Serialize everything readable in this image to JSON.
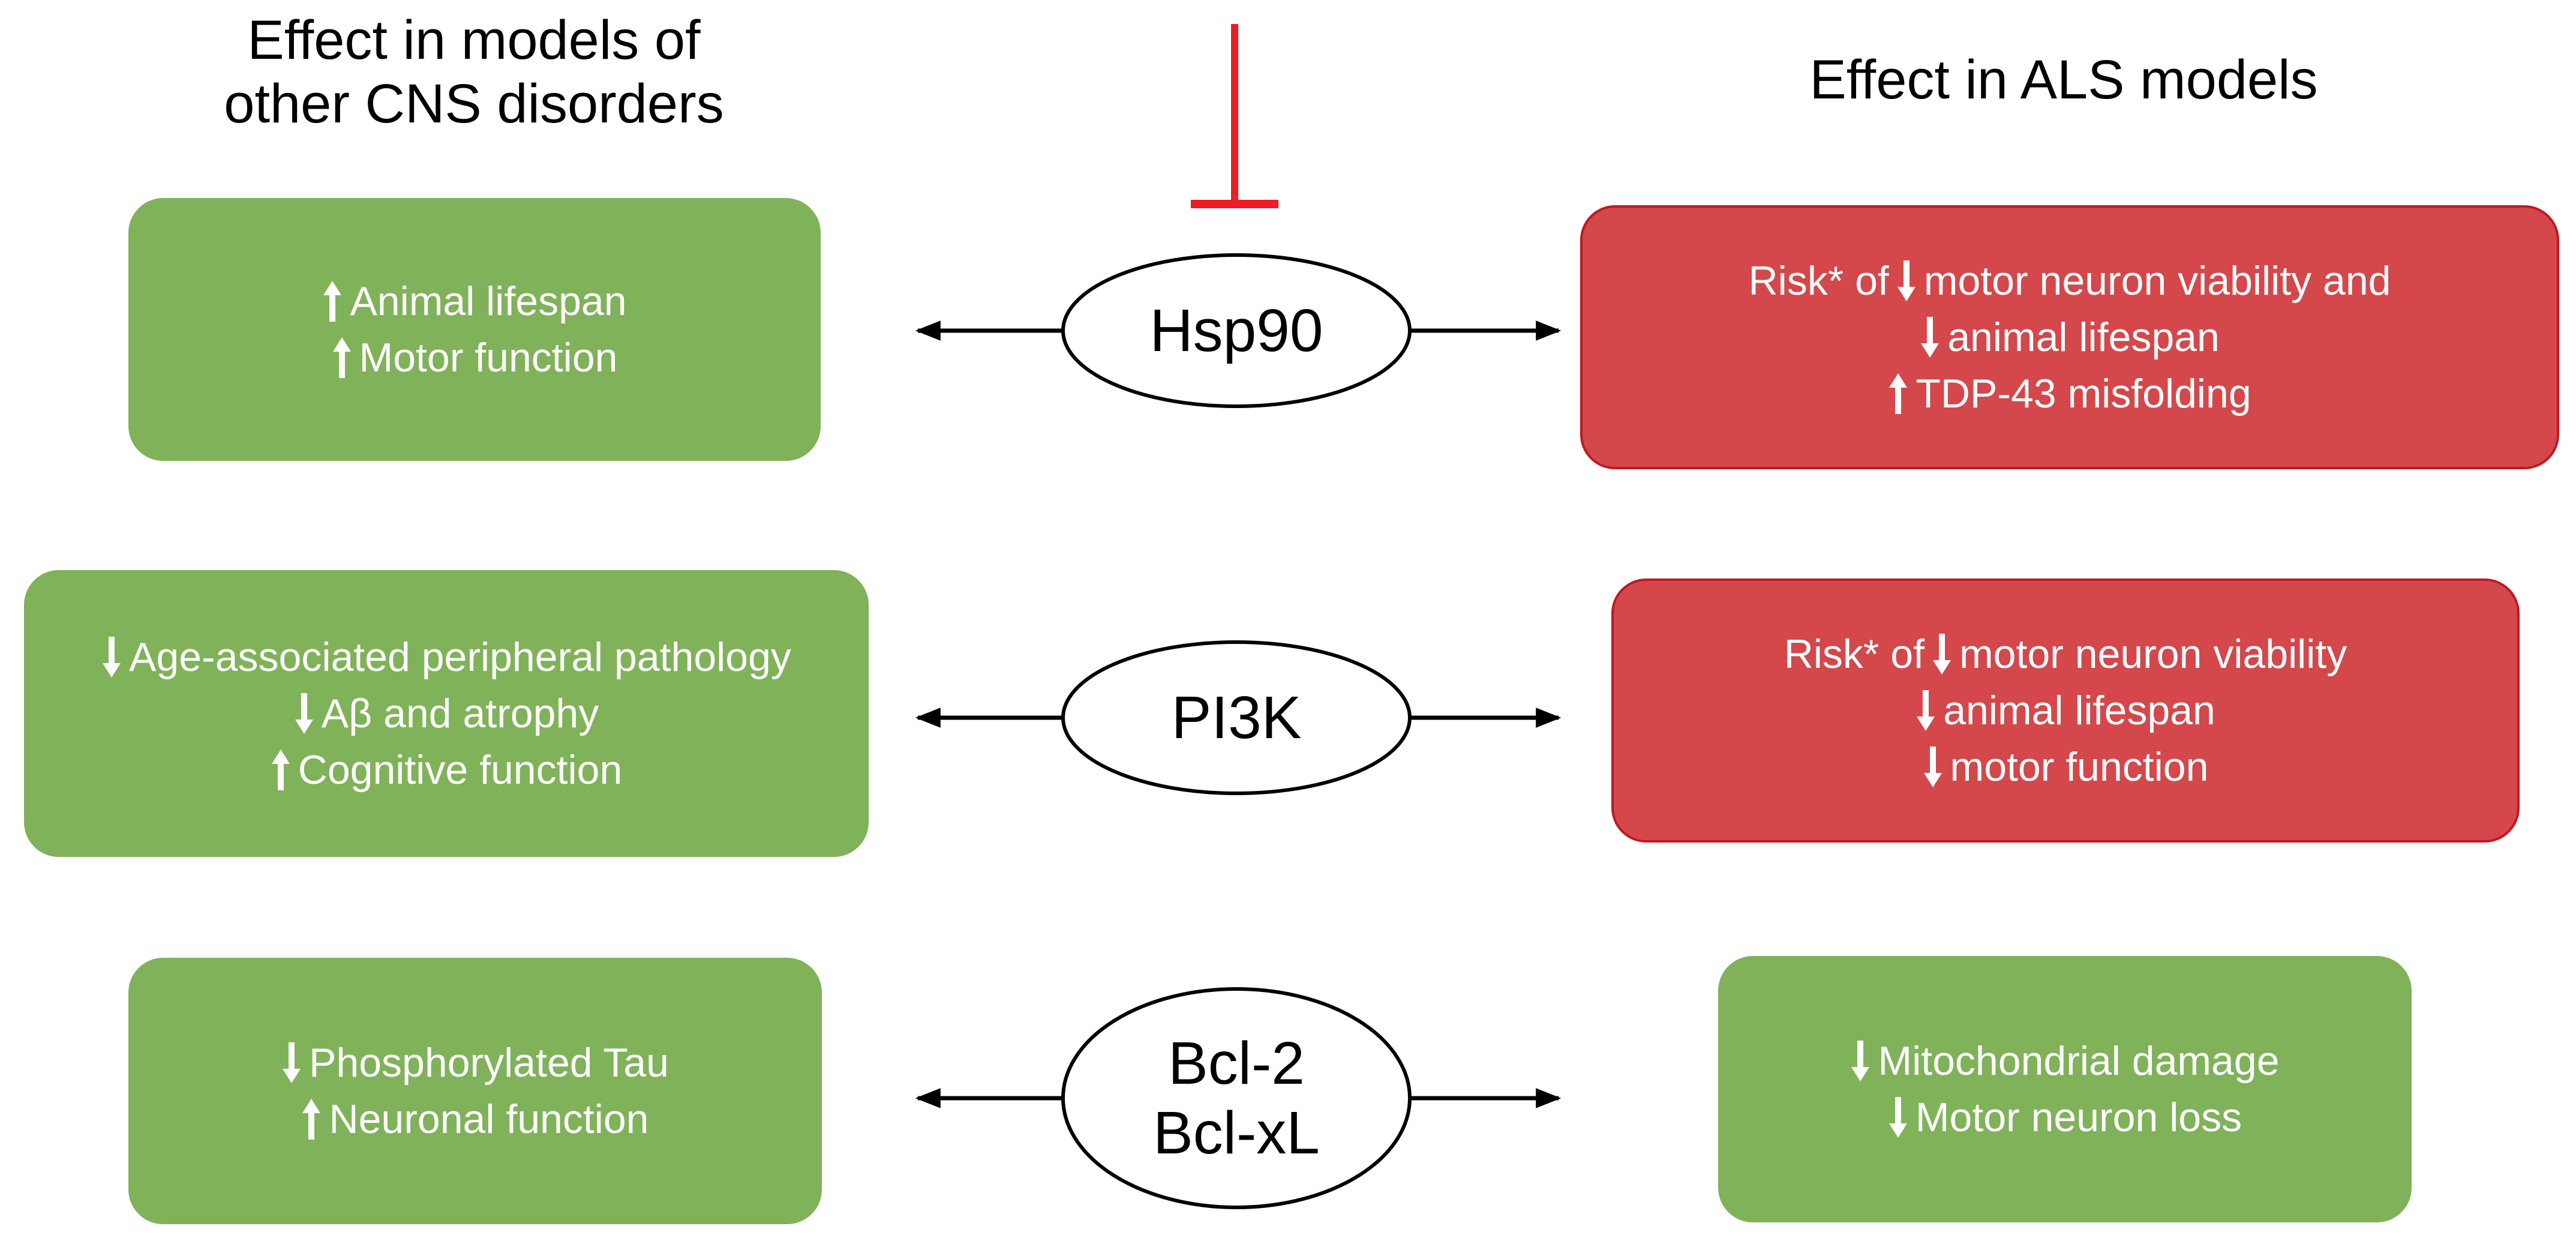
{
  "headings": {
    "left_line1": "Effect in models of",
    "left_line2": "other CNS disorders",
    "right": "Effect in ALS models"
  },
  "colors": {
    "green_box": "#80b25a",
    "red_box": "#d4474b",
    "red_border": "#c1181f",
    "inhibitor": "#ee1c24",
    "text_on_box": "#ffffff"
  },
  "nodes": {
    "hsp90": {
      "label": "Hsp90"
    },
    "pi3k": {
      "label": "PI3K"
    },
    "bcl": {
      "line1": "Bcl-2",
      "line2": "Bcl-xL"
    }
  },
  "boxes": {
    "hsp90_left": {
      "color": "green",
      "lines": [
        {
          "arrow": "up",
          "text": "Animal lifespan"
        },
        {
          "arrow": "up",
          "text": "Motor function"
        }
      ]
    },
    "hsp90_right": {
      "color": "red",
      "lines": [
        {
          "prefix": "Risk* of",
          "arrow": "down",
          "text": "motor neuron viability and"
        },
        {
          "arrow": "down",
          "text": "animal lifespan"
        },
        {
          "arrow": "up",
          "text": "TDP-43 misfolding"
        }
      ]
    },
    "pi3k_left": {
      "color": "green",
      "lines": [
        {
          "arrow": "down",
          "text": "Age-associated peripheral pathology"
        },
        {
          "arrow": "down",
          "text": "Aβ and atrophy"
        },
        {
          "arrow": "up",
          "text": "Cognitive function"
        }
      ]
    },
    "pi3k_right": {
      "color": "red",
      "lines": [
        {
          "prefix": "Risk* of",
          "arrow": "down",
          "text": "motor neuron viability"
        },
        {
          "arrow": "down",
          "text": "animal lifespan"
        },
        {
          "arrow": "down",
          "text": "motor function"
        }
      ]
    },
    "bcl_left": {
      "color": "green",
      "lines": [
        {
          "arrow": "down",
          "text": "Phosphorylated Tau"
        },
        {
          "arrow": "up",
          "text": "Neuronal function"
        }
      ]
    },
    "bcl_right": {
      "color": "green",
      "lines": [
        {
          "arrow": "down",
          "text": "Mitochondrial damage"
        },
        {
          "arrow": "down",
          "text": "Motor neuron loss"
        }
      ]
    }
  }
}
